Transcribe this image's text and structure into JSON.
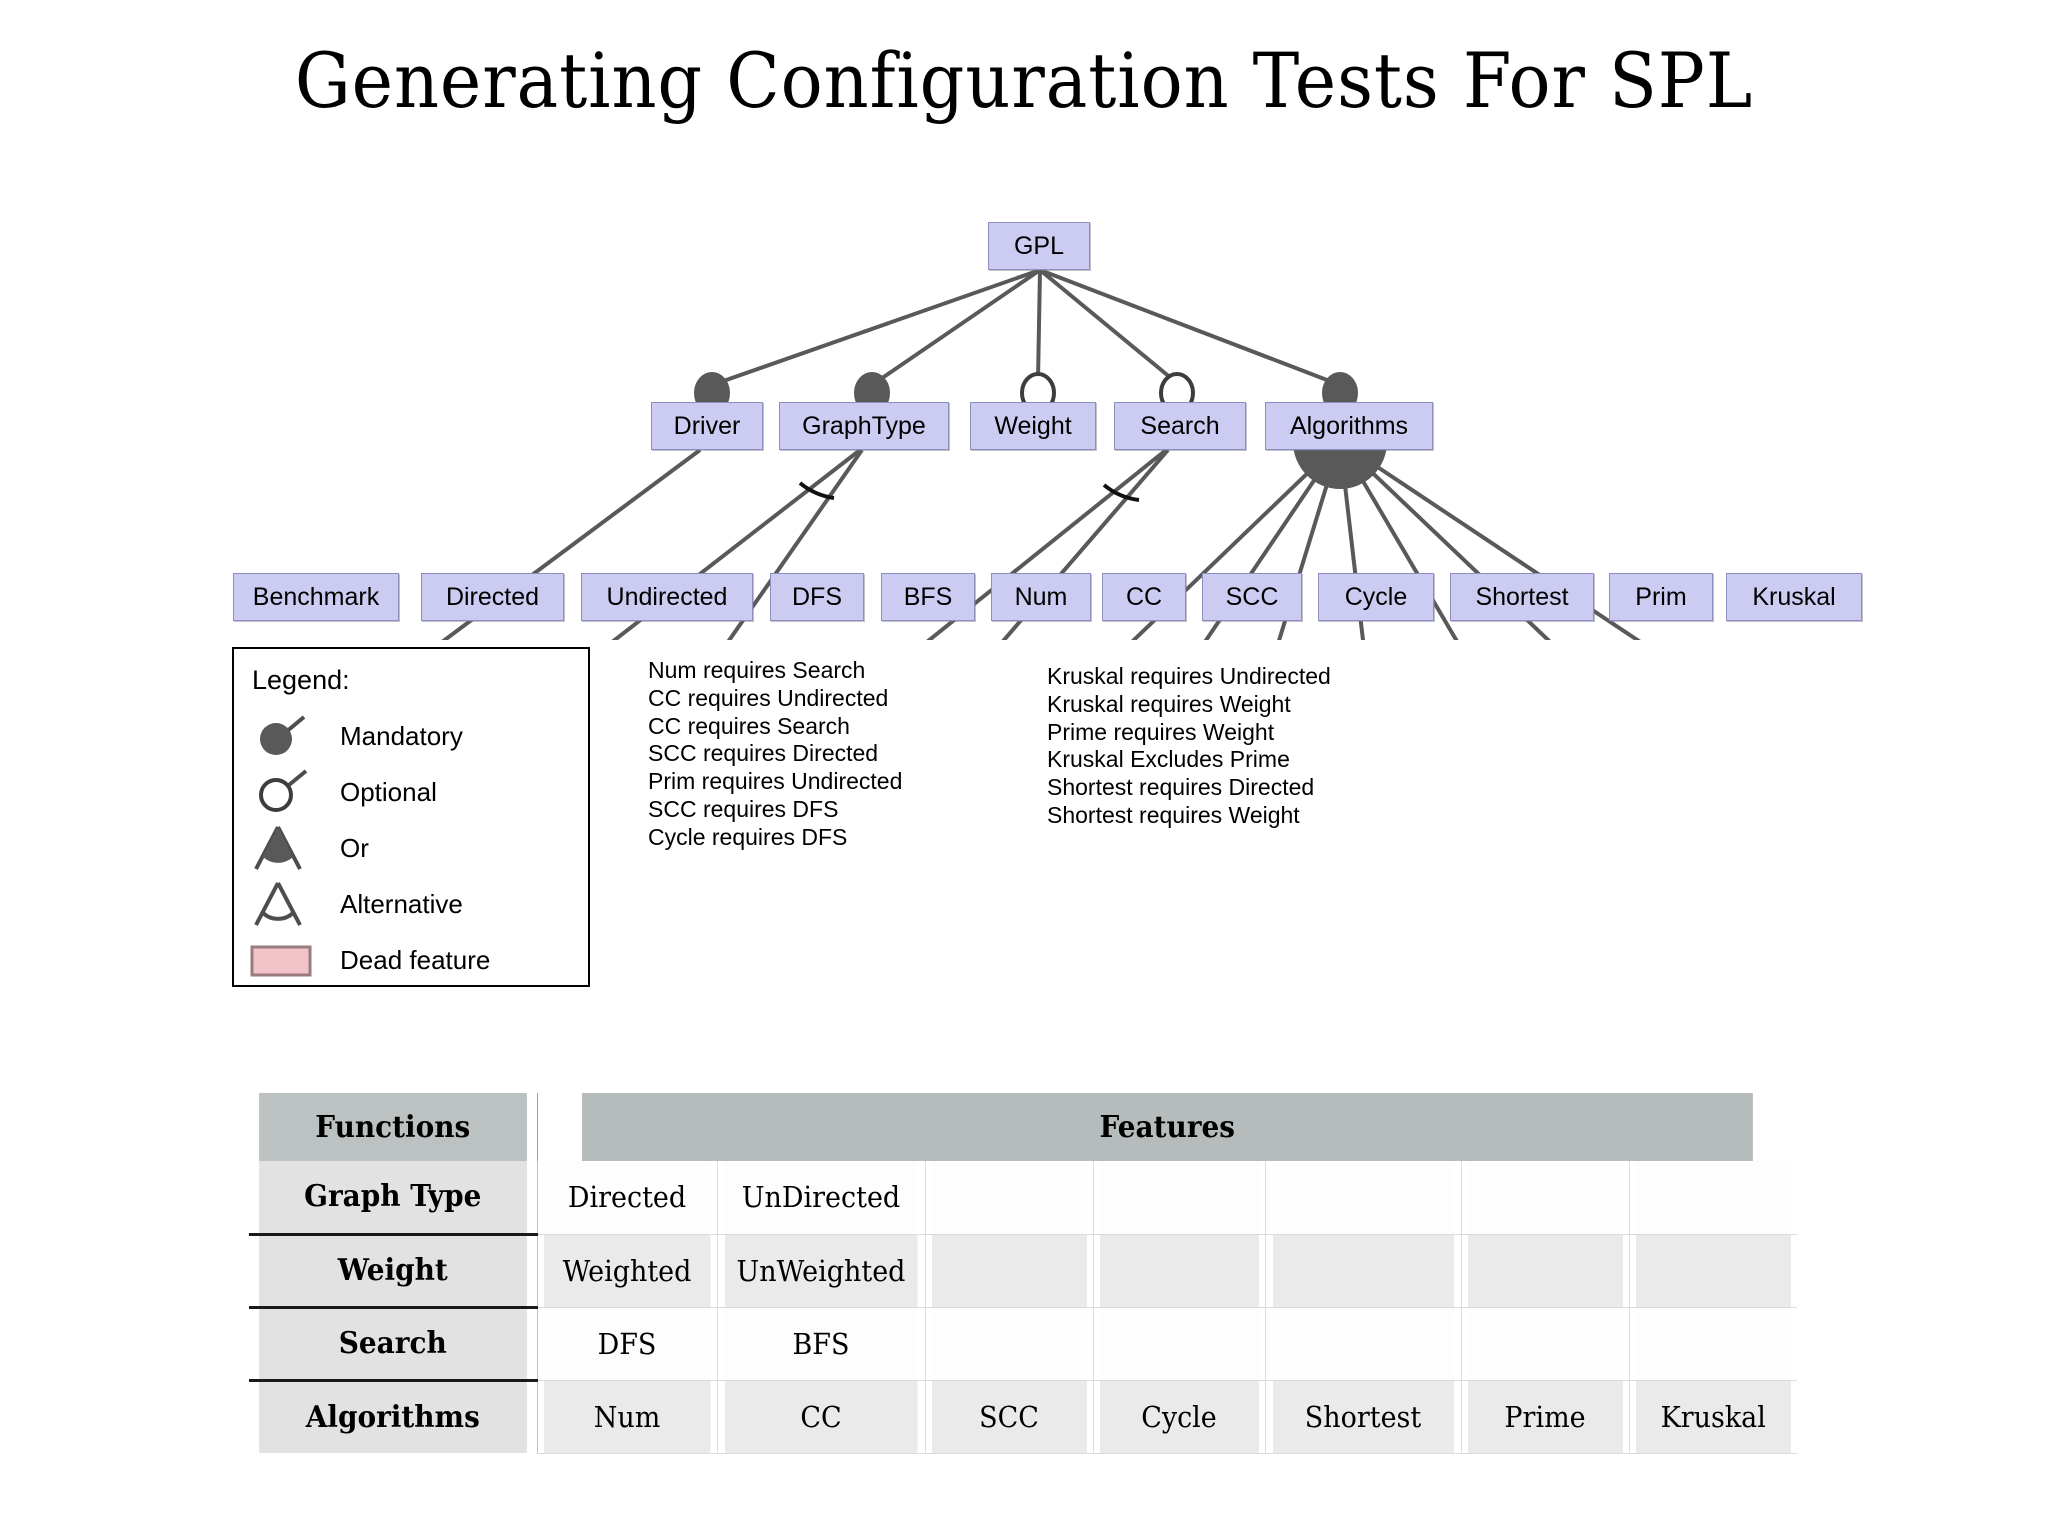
{
  "slide": {
    "title": "Generating Configuration Tests For SPL"
  },
  "colors": {
    "node_fill": "#ccccf2",
    "node_border": "#8d8dbe",
    "edge": "#595959",
    "marker_filled": "#595959",
    "marker_hollow": "#ffffff",
    "dead_feature": "#f2c4ca",
    "table_header": "#bcc2c2",
    "table_rowhead": "#e2e2e2",
    "table_row_alt": "#eaeaea"
  },
  "diagram": {
    "root": {
      "label": "GPL"
    },
    "level2": [
      {
        "label": "Driver",
        "marker": "mandatory"
      },
      {
        "label": "GraphType",
        "marker": "mandatory",
        "group": "alternative"
      },
      {
        "label": "Weight",
        "marker": "optional"
      },
      {
        "label": "Search",
        "marker": "optional",
        "group": "alternative"
      },
      {
        "label": "Algorithms",
        "marker": "mandatory",
        "group": "or"
      }
    ],
    "leaves": [
      {
        "label": "Benchmark",
        "parent": "Driver",
        "marker": "mandatory"
      },
      {
        "label": "Directed",
        "parent": "GraphType",
        "marker": "none"
      },
      {
        "label": "Undirected",
        "parent": "GraphType",
        "marker": "none"
      },
      {
        "label": "DFS",
        "parent": "Search",
        "marker": "none"
      },
      {
        "label": "BFS",
        "parent": "Search",
        "marker": "none"
      },
      {
        "label": "Num",
        "parent": "Algorithms",
        "marker": "none"
      },
      {
        "label": "CC",
        "parent": "Algorithms",
        "marker": "none"
      },
      {
        "label": "SCC",
        "parent": "Algorithms",
        "marker": "none"
      },
      {
        "label": "Cycle",
        "parent": "Algorithms",
        "marker": "none"
      },
      {
        "label": "Shortest",
        "parent": "Algorithms",
        "marker": "none"
      },
      {
        "label": "Prim",
        "parent": "Algorithms",
        "marker": "none"
      },
      {
        "label": "Kruskal",
        "parent": "Algorithms",
        "marker": "none"
      }
    ]
  },
  "legend": {
    "title": "Legend:",
    "items": [
      {
        "glyph": "mandatory-marker-icon",
        "label": "Mandatory"
      },
      {
        "glyph": "optional-marker-icon",
        "label": "Optional"
      },
      {
        "glyph": "or-group-icon",
        "label": "Or"
      },
      {
        "glyph": "alternative-group-icon",
        "label": "Alternative"
      },
      {
        "glyph": "dead-feature-swatch-icon",
        "label": "Dead feature"
      }
    ]
  },
  "constraints": {
    "left": [
      "Num requires Search",
      "CC requires Undirected",
      "CC requires Search",
      "SCC requires Directed",
      "Prim requires Undirected",
      "SCC requires DFS",
      "Cycle requires DFS"
    ],
    "right": [
      "Kruskal requires Undirected",
      "Kruskal requires Weight",
      "Prime requires Weight",
      "Kruskal Excludes Prime",
      "Shortest requires Directed",
      "Shortest requires Weight"
    ]
  },
  "table": {
    "header": {
      "functions": "Functions",
      "features": "Features"
    },
    "rows": [
      {
        "name": "Graph Type",
        "cells": [
          "Directed",
          "UnDirected",
          "",
          "",
          "",
          "",
          ""
        ]
      },
      {
        "name": "Weight",
        "cells": [
          "Weighted",
          "UnWeighted",
          "",
          "",
          "",
          "",
          ""
        ]
      },
      {
        "name": "Search",
        "cells": [
          "DFS",
          "BFS",
          "",
          "",
          "",
          "",
          ""
        ]
      },
      {
        "name": "Algorithms",
        "cells": [
          "Num",
          "CC",
          "SCC",
          "Cycle",
          "Shortest",
          "Prime",
          "Kruskal"
        ]
      }
    ]
  }
}
